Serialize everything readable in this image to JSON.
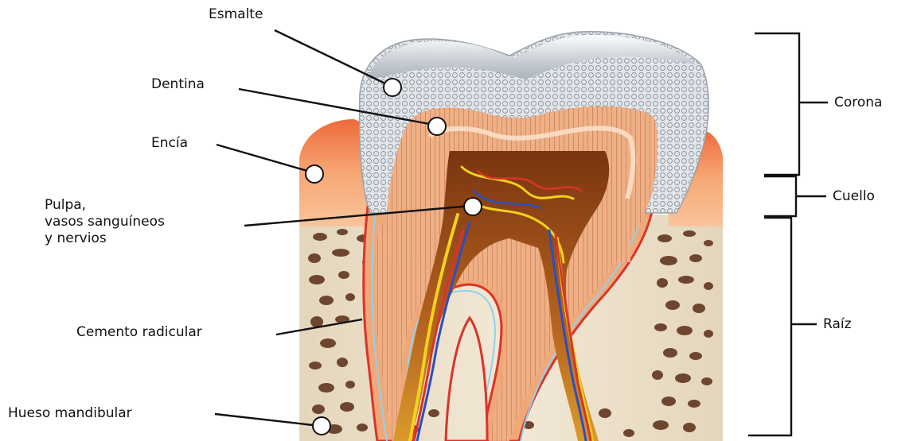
{
  "labels": {
    "enamel": "Esmalte",
    "dentin": "Dentina",
    "gum": "Encía",
    "pulp": "Pulpa,\nvasos sanguíneos\ny nervios",
    "cementum": "Cemento radicular",
    "bone": "Hueso mandibular",
    "crown": "Corona",
    "neck": "Cuello",
    "root": "Raíz"
  },
  "colors": {
    "enamel": "#dfe3e6",
    "dentin": "#e9a06a",
    "pulp": "#8a3e12",
    "gum": "#f5a36c",
    "bone": "#efe4cf",
    "bone_pore": "#6e4630",
    "cementum_outline": "#d9342a",
    "vessel_blue": "#2a4fc0",
    "nerve_yellow": "#f2d21b"
  }
}
